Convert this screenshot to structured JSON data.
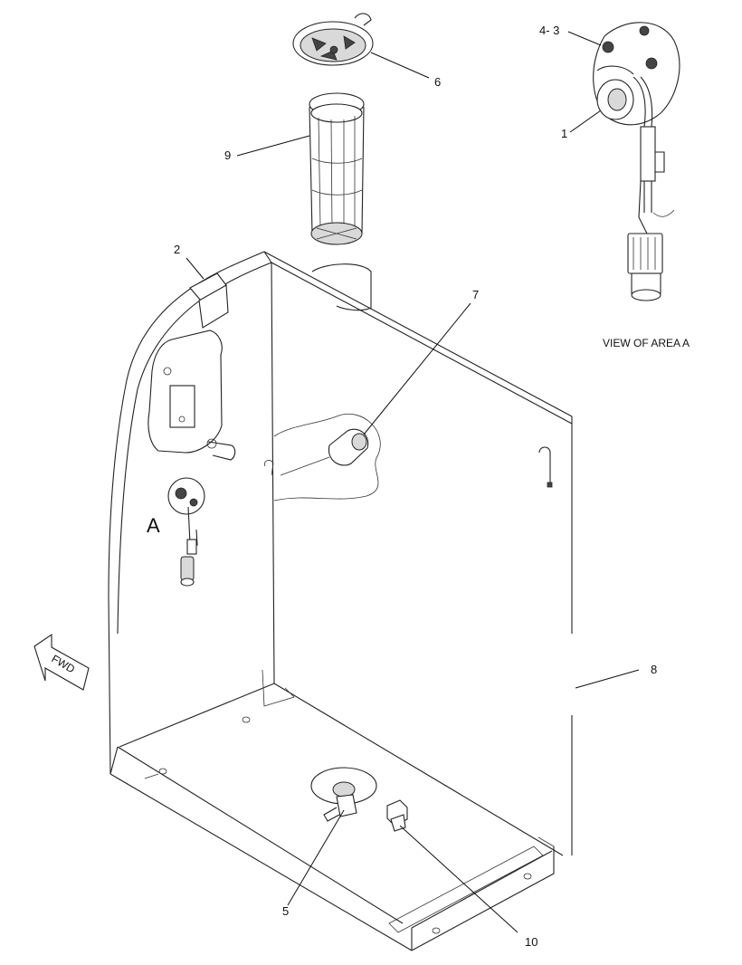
{
  "callouts": {
    "c1": "1",
    "c2": "2",
    "c4_3": "4- 3",
    "c5": "5",
    "c6": "6",
    "c7": "7",
    "c8": "8",
    "c9": "9",
    "c10": "10"
  },
  "area_letter": "A",
  "view_caption": "VIEW OF AREA A",
  "direction_label": "FWD"
}
